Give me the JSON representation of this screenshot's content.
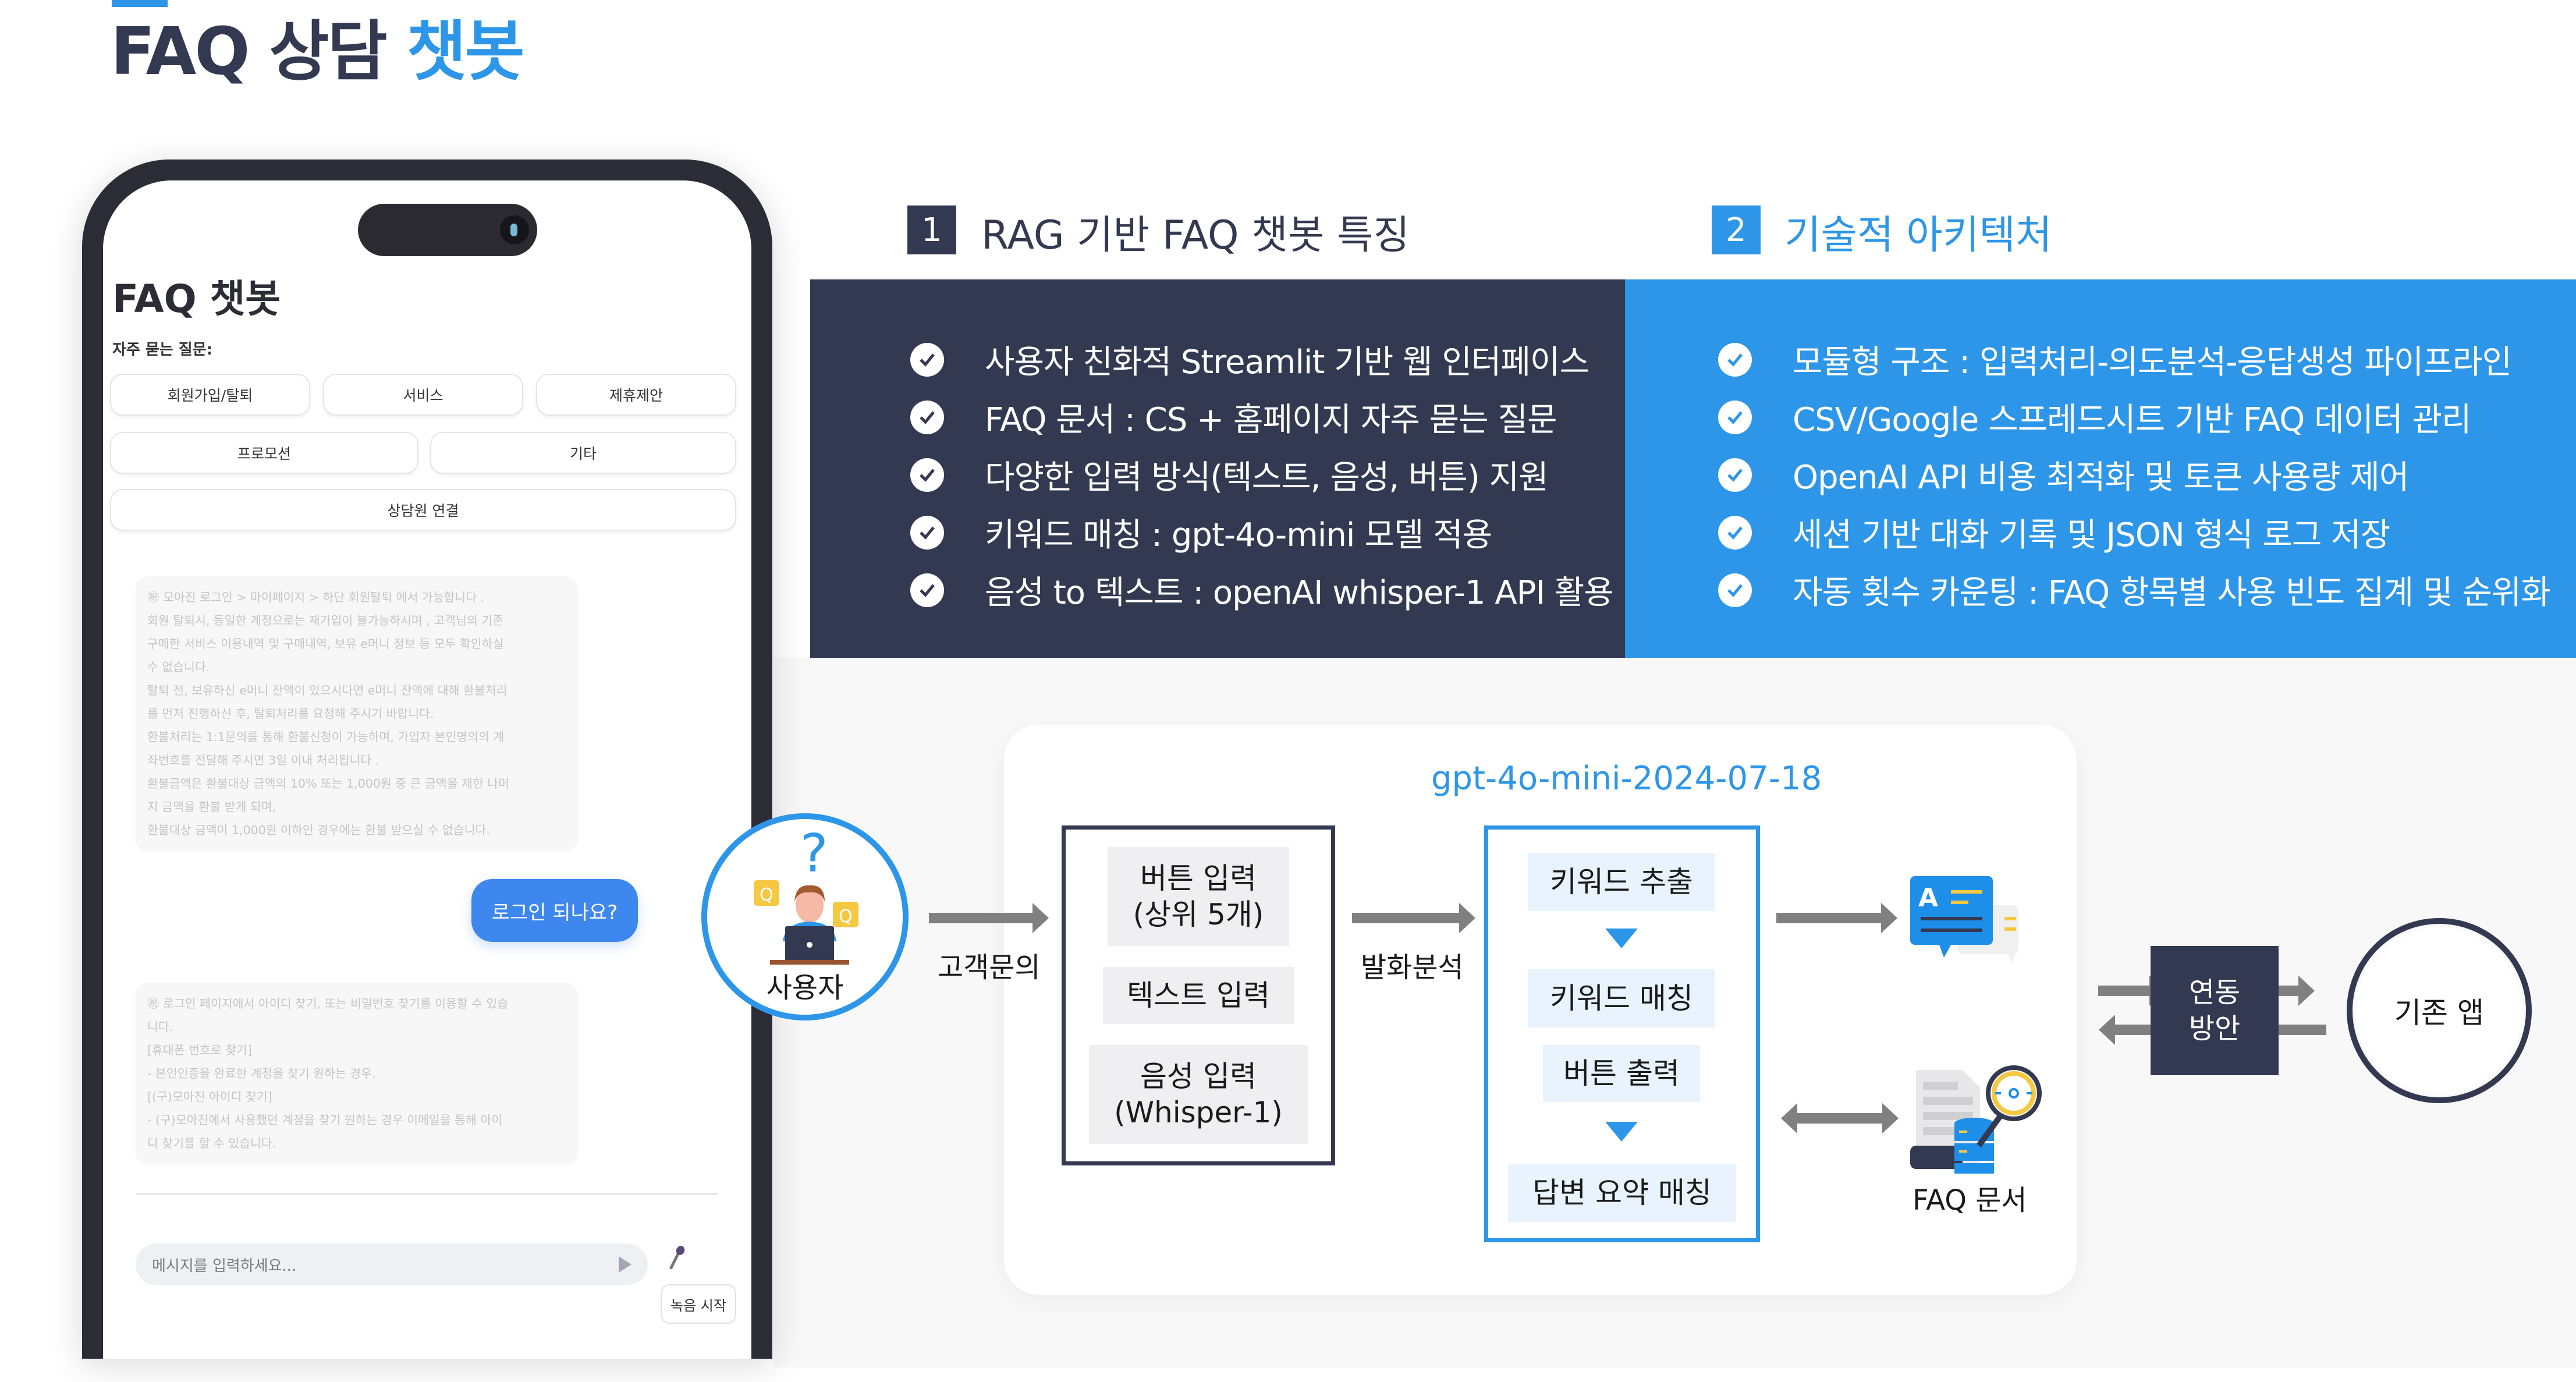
{
  "header": {
    "title_main": "FAQ 상담",
    "title_highlight": "챗봇",
    "accent_color": "#2d96e8",
    "dark_color": "#333950"
  },
  "phone": {
    "app_title": "FAQ 챗봇",
    "faq_label": "자주 묻는 질문:",
    "faq_buttons": [
      "회원가입/탈퇴",
      "서비스",
      "제휴제안",
      "프로모션",
      "기타",
      "상담원 연결"
    ],
    "bot_message_1": [
      "㊗ 모아진 로그인 > 마이페이지 > 하단 회원탈퇴 에서 가능합니다 .",
      "회원 탈퇴시, 동일한 계정으로는 재가입이 불가능하시며 , 고객님의 기존",
      "구매한 서비스 이용내역 및 구매내역, 보유 e머니 정보 등 모두 확인하실",
      "수 없습니다.",
      "탈퇴 전, 보유하신 e머니 잔액이 있으시다면 e머니 잔액에 대해 환불처리",
      "를 먼저 진행하신 후, 탈퇴처리를 요청해 주시기 바랍니다.",
      "환불처리는 1:1문의를 통해 환불신청이 가능하며, 가입자 본인명의의 계",
      "좌번호를 전달해 주시면 3일 이내 처리됩니다 .",
      "환불금액은 환불대상 금액의 10% 또는 1,000원 중 큰 금액을 제한 나머",
      "지 금액을 환불 받게 되며,",
      "환불대상 금액이 1,000원 이하인 경우에는 환불 받으실 수 없습니다."
    ],
    "user_message": "로그인 되나요?",
    "bot_message_2": [
      "㊗ 로그인 페이지에서 아이디 찾기, 또는 비밀번호 찾기를 이용할 수 있습",
      "니다.",
      "[휴대폰 번호로 찾기]",
      "- 본인인증을 완료한 계정을 찾기 원하는 경우.",
      "[(구)모아진 아이디 찾기]",
      "- (구)모아진에서 사용했던 계정을 찾기 원하는 경우 이메일을 통해 아이",
      "디 찾기를 할 수 있습니다."
    ],
    "input_placeholder": "메시지를 입력하세요...",
    "record_button": "녹음 시작"
  },
  "section1": {
    "number": "1",
    "title": "RAG 기반 FAQ 챗봇 특징",
    "items": [
      "사용자 친화적 Streamlit 기반 웹 인터페이스",
      "FAQ 문서 : CS + 홈페이지 자주 묻는 질문",
      "다양한 입력 방식(텍스트, 음성, 버튼) 지원",
      "키워드 매칭 : gpt-4o-mini 모델 적용",
      "음성 to 텍스트 : openAI whisper-1 API 활용"
    ]
  },
  "section2": {
    "number": "2",
    "title": "기술적 아키텍처",
    "items": [
      "모듈형 구조 : 입력처리-의도분석-응답생성 파이프라인",
      "CSV/Google 스프레드시트 기반 FAQ 데이터 관리",
      "OpenAI API 비용 최적화 및 토큰 사용량 제어",
      "세션 기반 대화 기록 및 JSON 형식 로그 저장",
      "자동 횟수 카운팅 : FAQ 항목별 사용 빈도 집계 및 순위화"
    ]
  },
  "diagram": {
    "model_label": "gpt-4o-mini-2024-07-18",
    "user_label": "사용자",
    "arrow1_label": "고객문의",
    "arrow2_label": "발화분석",
    "inputs": [
      {
        "line1": "버튼 입력",
        "line2": "(상위 5개)"
      },
      {
        "line1": "텍스트 입력",
        "line2": ""
      },
      {
        "line1": "음성 입력",
        "line2": "(Whisper-1)"
      }
    ],
    "process": [
      "키워드 추출",
      "키워드 매칭",
      "버튼 출력",
      "답변 요약 매칭"
    ],
    "faq_doc_label": "FAQ 문서",
    "link_box": {
      "line1": "연동",
      "line2": "방안"
    },
    "existing_app": "기존 앱"
  }
}
